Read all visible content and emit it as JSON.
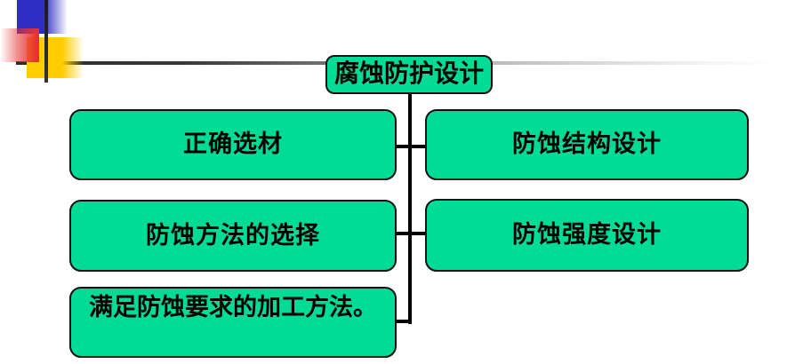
{
  "slide": {
    "diagram": {
      "type": "hierarchy",
      "root": {
        "label": "腐蚀防护设计"
      },
      "left_nodes": [
        {
          "label": "正确选材"
        },
        {
          "label": "防蚀方法的选择"
        },
        {
          "label": "满足防蚀要求的加工方法。"
        }
      ],
      "right_nodes": [
        {
          "label": "防蚀结构设计"
        },
        {
          "label": "防蚀强度设计"
        }
      ]
    },
    "colors": {
      "node_fill": "#00db96",
      "node_border": "#111111",
      "connector": "#000000",
      "deco_blue": "#2e2ec6",
      "deco_red": "#e73232",
      "deco_yellow": "#ffcc00",
      "deco_line_dark": "#2b2b2b",
      "background": "#ffffff"
    }
  }
}
